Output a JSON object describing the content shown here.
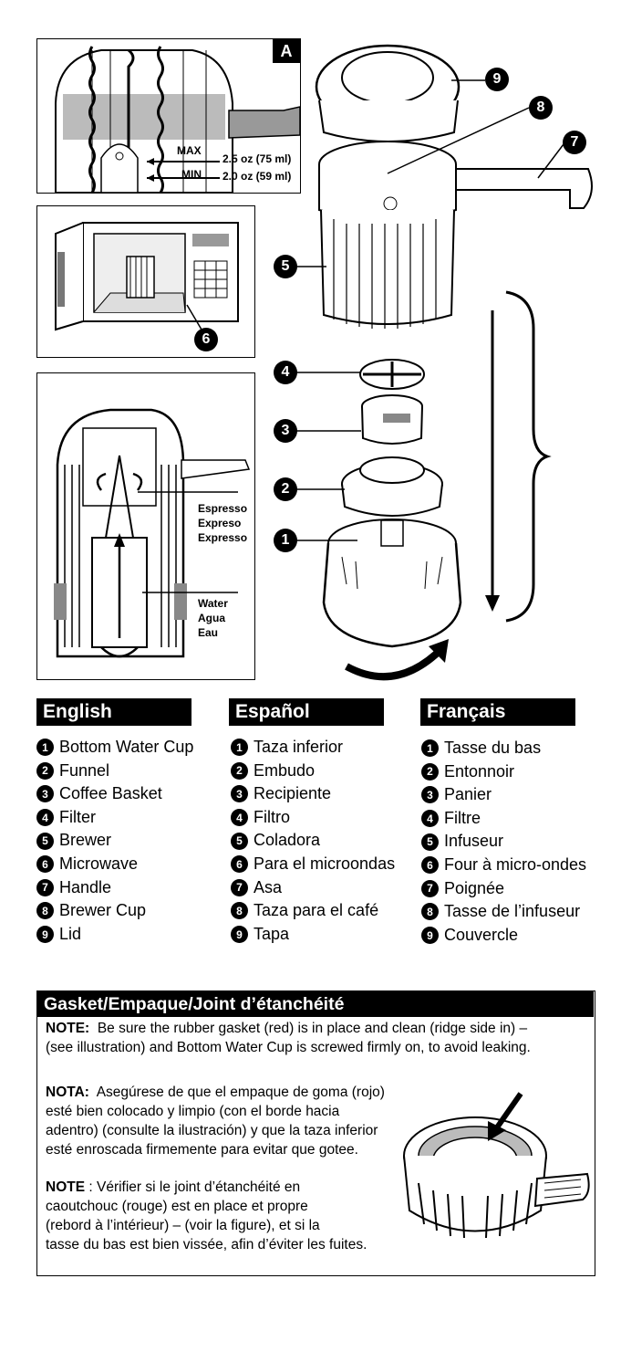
{
  "panel_a": {
    "tag": "A",
    "max_label": "MAX",
    "max_value": "2.5 oz (75 ml)",
    "min_label": "MIN",
    "min_value": "2.0 oz (59 ml)"
  },
  "diagram": {
    "callouts": [
      "1",
      "2",
      "3",
      "4",
      "5",
      "6",
      "7",
      "8",
      "9"
    ],
    "espresso_labels": [
      "Espresso",
      "Expreso",
      "Expresso"
    ],
    "water_labels": [
      "Water",
      "Agua",
      "Eau"
    ]
  },
  "parts": {
    "english": {
      "title": "English",
      "items": [
        "Bottom Water Cup",
        "Funnel",
        "Coffee Basket",
        "Filter",
        "Brewer",
        "Microwave",
        "Handle",
        "Brewer Cup",
        "Lid"
      ]
    },
    "espanol": {
      "title": "Español",
      "items": [
        "Taza inferior",
        "Embudo",
        "Recipiente",
        "Filtro",
        "Coladora",
        "Para el microondas",
        "Asa",
        "Taza para el café",
        "Tapa"
      ]
    },
    "francais": {
      "title": "Français",
      "items": [
        "Tasse du bas",
        "Entonnoir",
        "Panier",
        "Filtre",
        "Infuseur",
        "Four à micro-ondes",
        "Poignée",
        "Tasse de l’infuseur",
        "Couvercle"
      ]
    },
    "numbers": [
      "1",
      "2",
      "3",
      "4",
      "5",
      "6",
      "7",
      "8",
      "9"
    ]
  },
  "gasket": {
    "title": "Gasket/Empaque/Joint d’étanchéité",
    "note_en_label": "NOTE:",
    "note_en_line1": "Be sure the rubber gasket (red) is in place and clean (ridge side in) –",
    "note_en_line2": "(see illustration) and Bottom Water Cup is screwed firmly on, to avoid leaking.",
    "note_es_label": "NOTA:",
    "note_es_line1": "Asegúrese de que el empaque de goma (rojo)",
    "note_es_line2": "esté bien colocado y limpio (con el borde hacia",
    "note_es_line3": "adentro) (consulte la ilustración) y que la taza inferior",
    "note_es_line4": "esté enroscada firmemente para evitar que gotee.",
    "note_fr_label": "NOTE",
    "note_fr_line1": ": Vérifier si le joint d’étanchéité en",
    "note_fr_line2": "caoutchouc (rouge) est en place et propre",
    "note_fr_line3": "(rebord à l’intérieur) – (voir la figure), et si la",
    "note_fr_line4": "tasse du bas est bien vissée, afin d’éviter les fuites."
  }
}
